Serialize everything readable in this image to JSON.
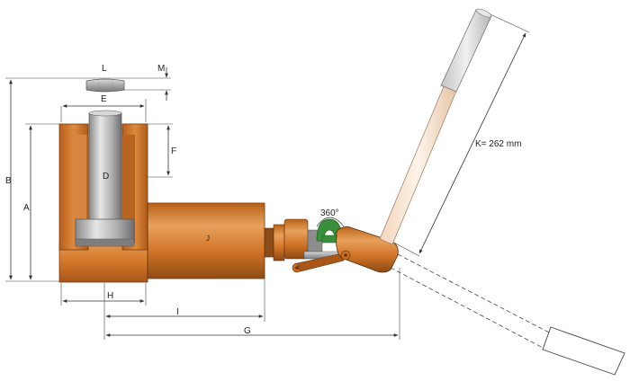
{
  "labels": {
    "A": "A",
    "B": "B",
    "D": "D",
    "E": "E",
    "F": "F",
    "G": "G",
    "H": "H",
    "I": "I",
    "J": "J",
    "K": "K= 262 mm",
    "L": "L",
    "M": "M",
    "rotation": "360°"
  },
  "colors": {
    "body": "#cc6f23",
    "body_light": "#e39a52",
    "body_dark": "#8f4a14",
    "steel": "#b4b4b4",
    "steel_light": "#e2e2e2",
    "steel_dark": "#777777",
    "valve": "#3a8f3a",
    "handle_grip": "#d4d4d4"
  }
}
